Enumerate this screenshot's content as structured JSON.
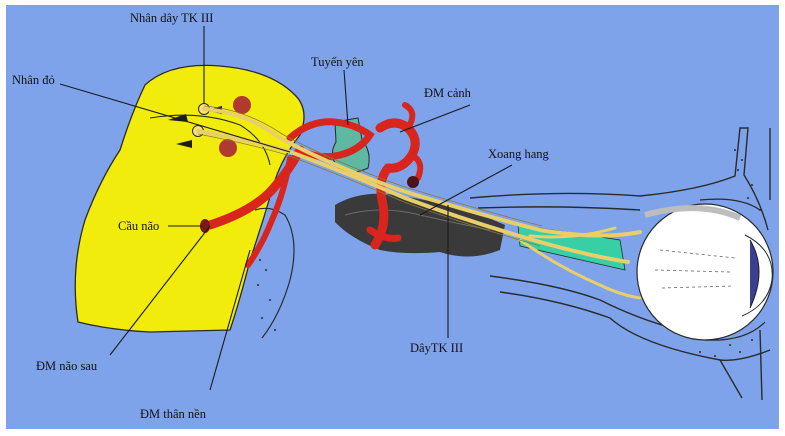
{
  "diagram": {
    "labels": {
      "nucleus_cn3": "Nhân dây TK III",
      "red_nucleus": "Nhân đỏ",
      "pituitary": "Tuyến yên",
      "carotid": "ĐM cảnh",
      "cavernous_sinus": "Xoang hang",
      "pons": "Cầu não",
      "posterior_cerebral_artery": "ĐM não sau",
      "basilar_artery": "ĐM thân nền",
      "oculomotor_nerve": "DâyTK III"
    },
    "colors": {
      "background": "#7ea3ea",
      "brainstem": "#f2ec0c",
      "artery": "#d8251d",
      "nerve": "#e9cf6a",
      "pituitary": "#5fb8a1",
      "muscle": "#39cfa6",
      "bone": "#2a2a2a",
      "eye": "#ffffff",
      "iris": "#3a3f8f"
    }
  }
}
